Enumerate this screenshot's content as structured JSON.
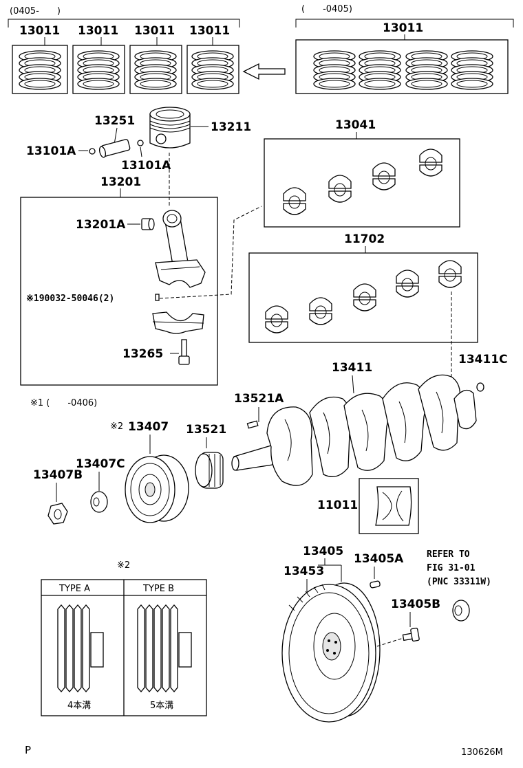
{
  "labels": {
    "range_left": "(0405-  )",
    "range_right": "(  -0405)",
    "ring_left_1": "13011",
    "ring_left_2": "13011",
    "ring_left_3": "13011",
    "ring_left_4": "13011",
    "ring_right": "13011",
    "pin": "13251",
    "piston": "13211",
    "snap_ring_left": "13101A",
    "snap_ring_right": "13101A",
    "rod_assy": "13201",
    "bushing": "13201A",
    "nut": "※190032-50046(2)",
    "bolt": "13265",
    "rod_bearing": "13041",
    "main_bearing": "11702",
    "crankshaft": "13411",
    "plug": "13411C",
    "note1": "※1 (  -0406)",
    "pulley": "13407",
    "pulley_mark": "※2",
    "key": "13521A",
    "gear": "13521",
    "washer": "13407C",
    "pulley_nut": "13407B",
    "thrust": "11011",
    "flywheel": "13405",
    "ring_gear": "13453",
    "fw_pin": "13405A",
    "fw_bolt": "13405B",
    "refer_1": "REFER TO",
    "refer_2": "FIG 31-01",
    "refer_3": "(PNC 33311W)",
    "type_mark": "※2",
    "type_a": "TYPE A",
    "type_b": "TYPE B",
    "grooves_4": "4本溝",
    "grooves_5": "5本溝",
    "corner_p": "P",
    "fig_code": "130626M"
  }
}
